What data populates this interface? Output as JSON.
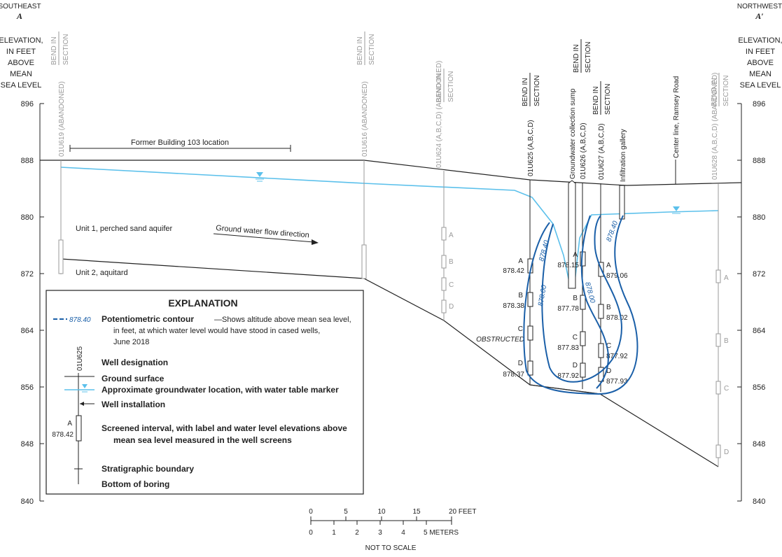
{
  "headers": {
    "left_direction": "SOUTHEAST",
    "left_letter": "A",
    "right_direction": "NORTHWEST",
    "right_letter": "A′",
    "elevation_label_lines": [
      "ELEVATION,",
      "IN FEET",
      "ABOVE",
      "MEAN",
      "SEA LEVEL"
    ]
  },
  "axis": {
    "ticks": [
      "896",
      "888",
      "880",
      "872",
      "864",
      "856",
      "848",
      "840"
    ]
  },
  "bend": {
    "line1": "BEND IN",
    "line2": "SECTION"
  },
  "wells": {
    "w619": "01U619 (ABANDONED)",
    "w616": "01U616 (ABANDONED)",
    "w624": "01U624 (A,B,C,D) (ABANDONED)",
    "w625": "01U625 (A,B,C,D)",
    "w626": "01U626 (A,B,C,D)",
    "w627": "01U627 (A,B,C,D)",
    "w628": "01U628 (A,B,C,D) (ABANDONED)"
  },
  "features": {
    "sump": "Groundwater collection sump",
    "gallery": "Infiltration gallery",
    "road": "Center line, Ramsey Road",
    "building": "Former Building 103 location",
    "flow": "Ground water flow direction",
    "unit1": "Unit 1, perched sand aquifer",
    "unit2": "Unit 2, aquitard",
    "obstructed": "OBSTRUCTED"
  },
  "screen_letters": [
    "A",
    "B",
    "C",
    "D"
  ],
  "readings": {
    "w625": [
      "878.42",
      "878.38",
      "878.37"
    ],
    "w626": [
      "878.15",
      "877.78",
      "877.83",
      "877.92"
    ],
    "w627": [
      "879.06",
      "878.02",
      "877.92",
      "877.93"
    ]
  },
  "contours": {
    "c1": "878.40",
    "c2": "878.00",
    "c3": "878.00",
    "c4": "878.40"
  },
  "explanation": {
    "title": "EXPLANATION",
    "contour_sample": "878.40",
    "contour_title": "Potentiometric contour",
    "contour_desc1": "—Shows altitude above mean sea level,",
    "contour_desc2": "in feet, at which water level would have stood in cased wells,",
    "contour_desc3": "June 2018",
    "well_sample": "01U625",
    "well_designation": "Well designation",
    "ground_surface": "Ground surface",
    "groundwater": "Approximate groundwater location, with water table marker",
    "installation": "Well installation",
    "screen_letter": "A",
    "screen_value": "878.42",
    "screened1": "Screened interval, with label and water level elevations above",
    "screened2": "mean sea level measured in the well screens",
    "strat": "Stratigraphic boundary",
    "bottom": "Bottom of boring"
  },
  "scale": {
    "feet_ticks": [
      "0",
      "5",
      "10",
      "15",
      "20 FEET"
    ],
    "meter_ticks": [
      "0",
      "1",
      "2",
      "3",
      "4",
      "5 METERS"
    ],
    "note": "NOT TO SCALE"
  },
  "colors": {
    "contour": "#1a5fa8",
    "water": "#5bc0eb",
    "abandoned": "#9a9a9a"
  }
}
